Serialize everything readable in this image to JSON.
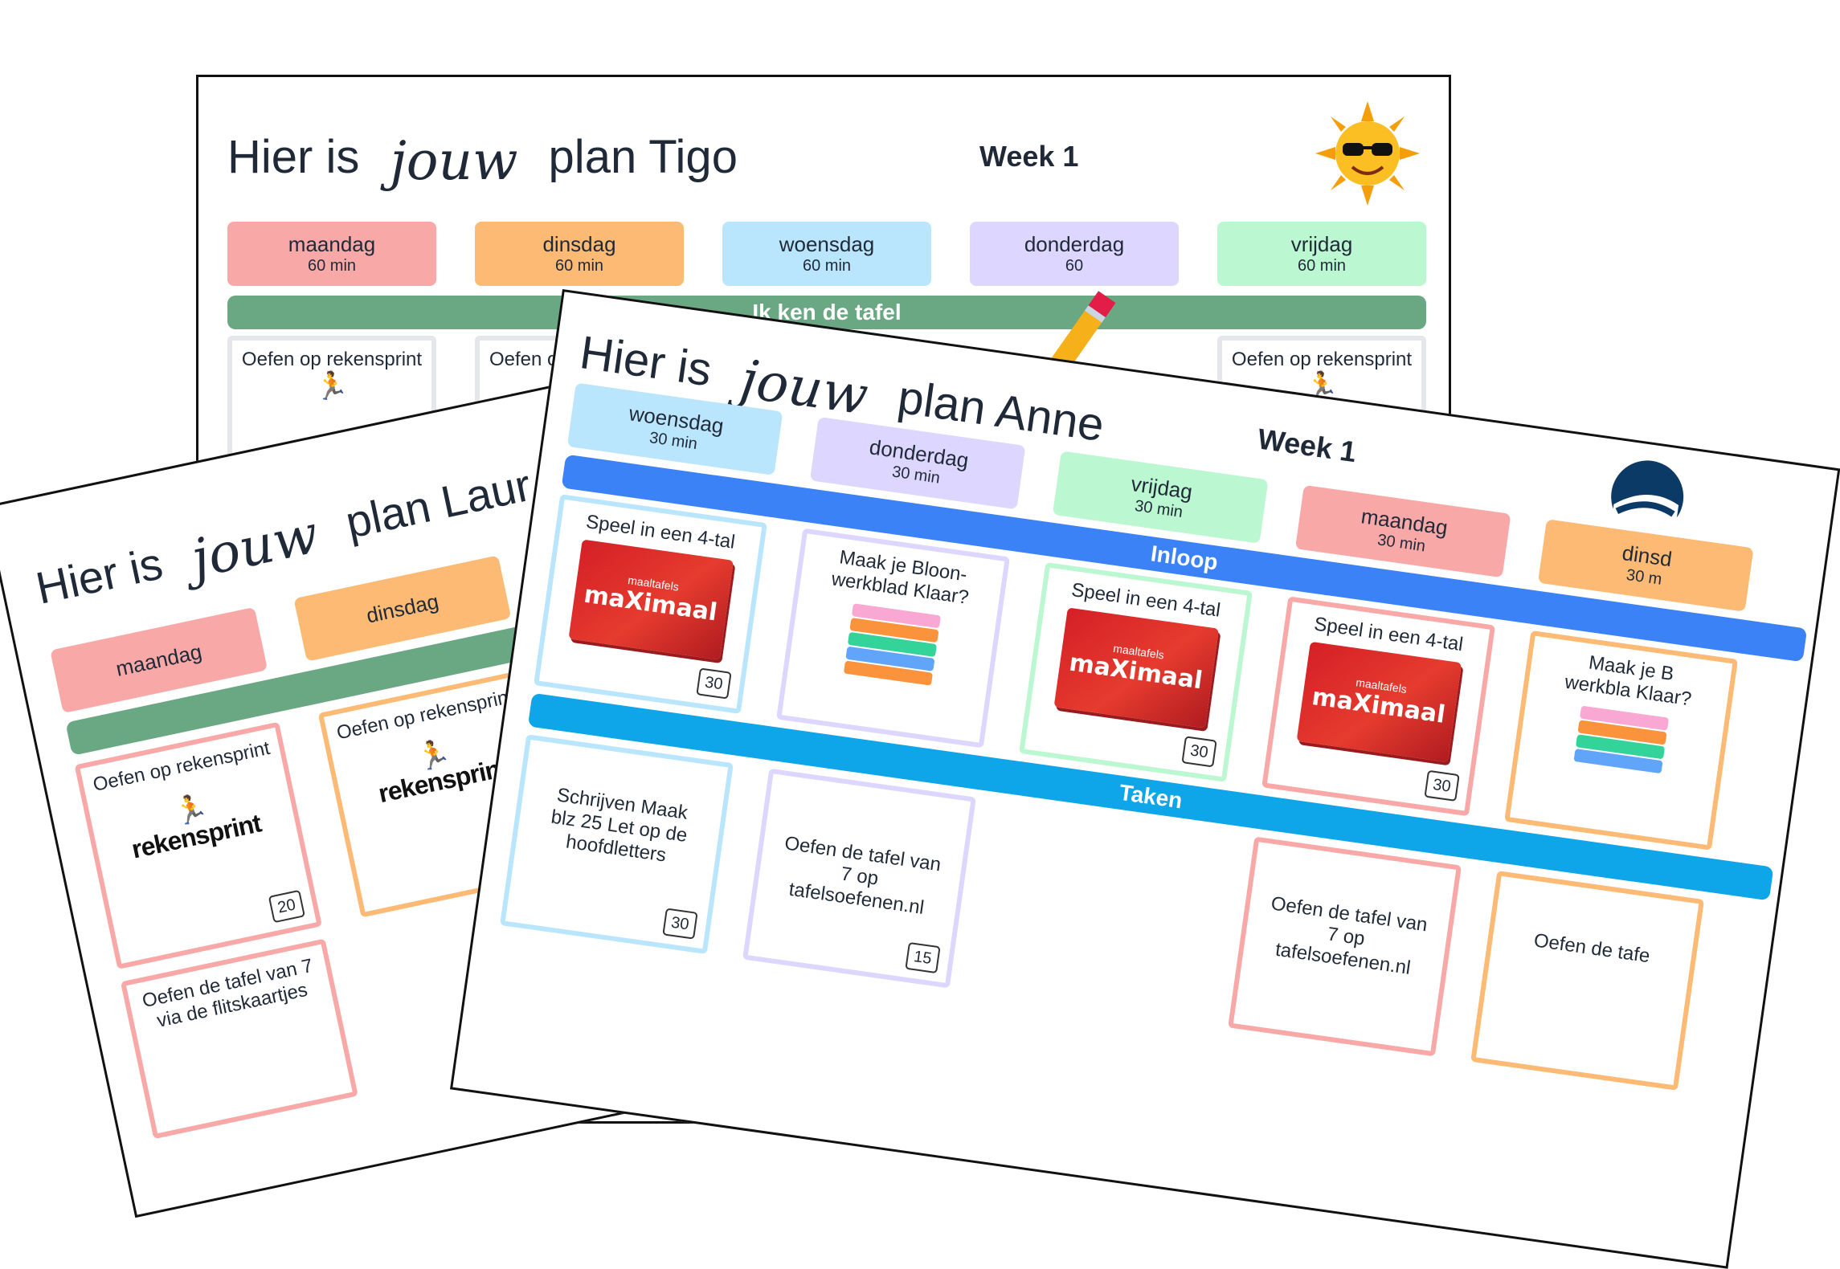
{
  "sheet_tigo": {
    "title_prefix": "Hier is",
    "title_script": "jouw",
    "title_suffix": "plan Tigo",
    "week": "Week 1",
    "days": [
      {
        "name": "maandag",
        "minutes": "60 min",
        "color": "#f9a8a8"
      },
      {
        "name": "dinsdag",
        "minutes": "60 min",
        "color": "#fdba74"
      },
      {
        "name": "woensdag",
        "minutes": "60 min",
        "color": "#bae6fd"
      },
      {
        "name": "donderdag",
        "minutes": "60",
        "color": "#ddd6fe"
      },
      {
        "name": "vrijdag",
        "minutes": "60 min",
        "color": "#bbf7d0"
      }
    ],
    "bar_label": "Ik ken de tafel",
    "bar_color": "#6aa884",
    "cards": [
      {
        "text": "Oefen op rekensprint"
      },
      {
        "text": "Oefen o"
      },
      {
        "text": "Oefen op rekensprint"
      }
    ],
    "sun_icon": "sun-with-sunglasses-icon"
  },
  "sheet_laura": {
    "title_prefix": "Hier is",
    "title_script": "jouw",
    "title_suffix": "plan Laur",
    "days": [
      {
        "name": "maandag",
        "color": "#f9a8a8"
      },
      {
        "name": "dinsdag",
        "color": "#fdba74"
      }
    ],
    "bar_color": "#6aa884",
    "cards": [
      {
        "text": "Oefen op rekensprint",
        "logo": "rekensprint",
        "badge": "20"
      },
      {
        "text": "Oefen op rekensprint",
        "logo": "rekensprin"
      },
      {
        "text": "Oefen de tafel van 7 via de flitskaartjes"
      }
    ]
  },
  "sheet_anne": {
    "title_prefix": "Hier is",
    "title_script": "jouw",
    "title_suffix": "plan Anne",
    "week": "Week 1",
    "days": [
      {
        "name": "woensdag",
        "minutes": "30 min",
        "color": "#bae6fd"
      },
      {
        "name": "donderdag",
        "minutes": "30 min",
        "color": "#ddd6fe"
      },
      {
        "name": "vrijdag",
        "minutes": "30 min",
        "color": "#bbf7d0"
      },
      {
        "name": "maandag",
        "minutes": "30 min",
        "color": "#f9a8a8"
      },
      {
        "name": "dinsd",
        "minutes": "30 m",
        "color": "#fdba74"
      }
    ],
    "bars": [
      {
        "label": "Inloop",
        "color": "#3b82f6"
      },
      {
        "label": "Taken",
        "color": "#0ea5e9"
      }
    ],
    "inloop_cards": [
      {
        "text": "Speel in een 4-tal",
        "img_title": "maaltafels",
        "img_brand": "maXimaal",
        "badge": "30",
        "border": "#bae6fd"
      },
      {
        "text": "Maak je Bloon-werkblad Klaar?",
        "border": "#ddd6fe"
      },
      {
        "text": "Speel in een 4-tal",
        "img_title": "maaltafels",
        "img_brand": "maXimaal",
        "badge": "30",
        "border": "#bbf7d0"
      },
      {
        "text": "Speel in een 4-tal",
        "img_title": "maaltafels",
        "img_brand": "maXimaal",
        "badge": "30",
        "border": "#f9a8a8"
      },
      {
        "text": "Maak je B werkbla Klaar?",
        "border": "#fdba74"
      }
    ],
    "taken_cards": [
      {
        "text": "Schrijven Maak blz 25 Let op de hoofdletters",
        "badge": "30",
        "border": "#bae6fd"
      },
      {
        "text": "Oefen de tafel van 7 op tafelsoefenen.nl",
        "badge": "15",
        "border": "#ddd6fe"
      },
      {
        "text": "Oefen de tafel van 7 op tafelsoefenen.nl",
        "border": "#f9a8a8"
      },
      {
        "text": "Oefen de tafe",
        "border": "#fdba74"
      }
    ]
  }
}
